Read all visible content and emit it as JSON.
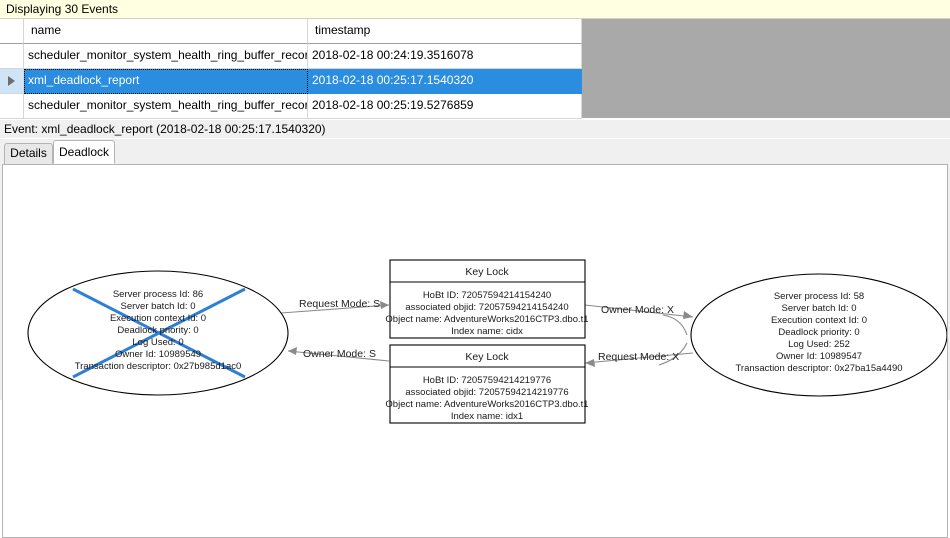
{
  "banner": {
    "text": "Displaying 30 Events"
  },
  "grid": {
    "columns": [
      "",
      "name",
      "timestamp"
    ],
    "rows": [
      {
        "selector": "",
        "name": "scheduler_monitor_system_health_ring_buffer_recorded",
        "timestamp": "2018-02-18 00:24:19.3516078",
        "selected": false
      },
      {
        "selector": "row-selector-arrow",
        "name": "xml_deadlock_report",
        "timestamp": "2018-02-18 00:25:17.1540320",
        "selected": true
      },
      {
        "selector": "",
        "name": "scheduler_monitor_system_health_ring_buffer_recorded",
        "timestamp": "2018-02-18 00:25:19.5276859",
        "selected": false
      }
    ]
  },
  "event_caption": {
    "text": "Event: xml_deadlock_report (2018-02-18 00:25:17.1540320)"
  },
  "tabs": [
    {
      "label": "Details",
      "active": false
    },
    {
      "label": "Deadlock",
      "active": true
    }
  ],
  "colors": {
    "banner_background": "#ffffe1",
    "selection_blue": "#2a8ddf",
    "victim_cross": "#2f7fd4",
    "grid_empty": "#a9a9a9",
    "edge_gray": "#8a8a8a"
  },
  "deadlock_graph": {
    "process_left": {
      "is_victim": true,
      "lines": [
        "Server process Id: 86",
        "Server batch Id: 0",
        "Execution context Id: 0",
        "Deadlock priority: 0",
        "Log Used: 0",
        "Owner Id: 10989549",
        "Transaction descriptor: 0x27b985d1ac0"
      ]
    },
    "process_right": {
      "is_victim": false,
      "lines": [
        "Server process Id: 58",
        "Server batch Id: 0",
        "Execution context Id: 0",
        "Deadlock priority: 0",
        "Log Used: 252",
        "Owner Id: 10989547",
        "Transaction descriptor: 0x27ba15a4490"
      ]
    },
    "resource_top": {
      "title": "Key Lock",
      "lines": [
        "HoBt ID: 72057594214154240",
        "associated objid: 72057594214154240",
        "Object name: AdventureWorks2016CTP3.dbo.t1",
        "Index name: cidx"
      ]
    },
    "resource_bottom": {
      "title": "Key Lock",
      "lines": [
        "HoBt ID: 72057594214219776",
        "associated objid: 72057594214219776",
        "Object name: AdventureWorks2016CTP3.dbo.t1",
        "Index name: idx1"
      ]
    },
    "edges": [
      {
        "id": "left-request-top",
        "label": "Request Mode: S"
      },
      {
        "id": "top-owner-right",
        "label": "Owner Mode: X"
      },
      {
        "id": "bottom-owner-left",
        "label": "Owner Mode: S"
      },
      {
        "id": "right-request-bottom",
        "label": "Request Mode: X"
      }
    ]
  }
}
